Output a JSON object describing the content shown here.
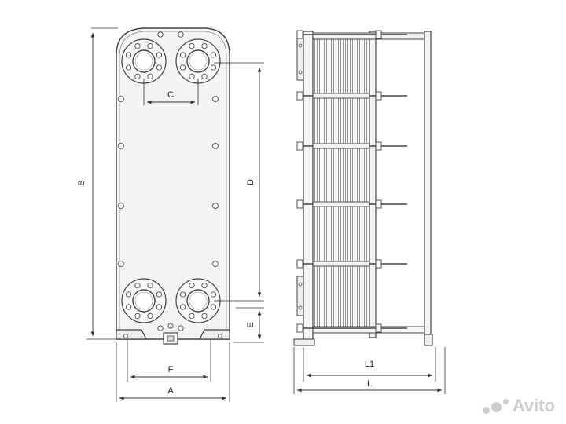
{
  "labels": {
    "a": "A",
    "b": "B",
    "c": "C",
    "d": "D",
    "e": "E",
    "f": "F",
    "l": "L",
    "l1": "L1"
  },
  "watermark": {
    "text": "Avito",
    "logo_icon": "avito-dots-logo"
  },
  "colors": {
    "line": "#444444",
    "plate": "#f4f4f4"
  }
}
